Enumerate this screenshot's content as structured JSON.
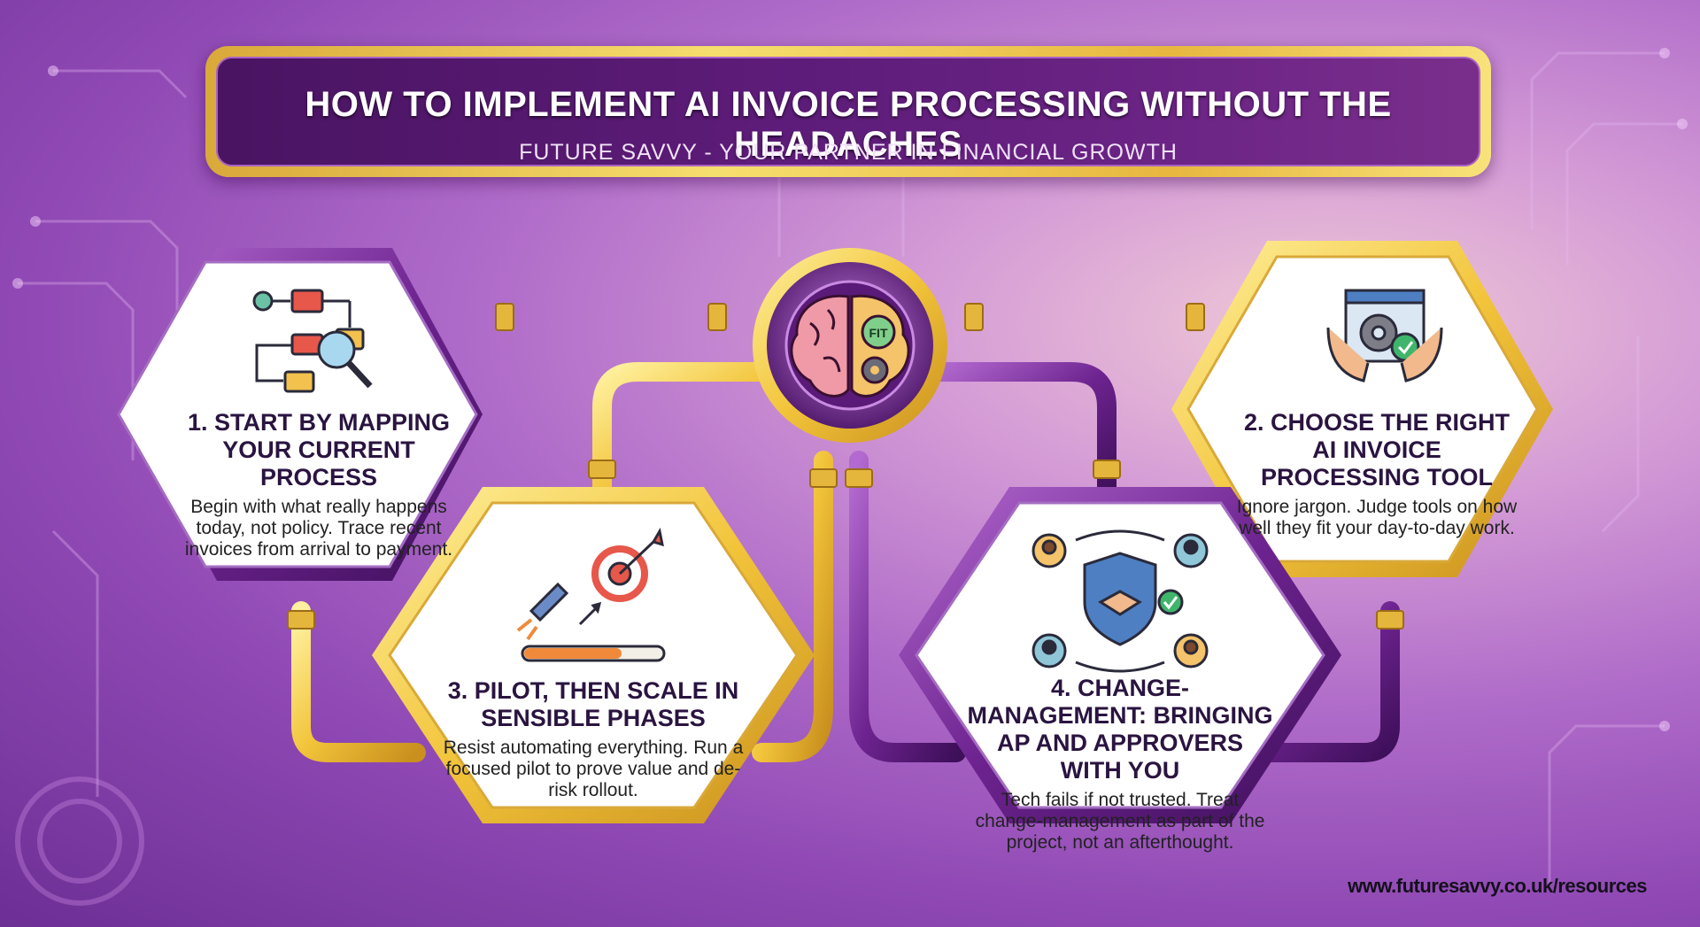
{
  "header": {
    "title": "HOW TO IMPLEMENT AI INVOICE PROCESSING WITHOUT THE HEADACHES",
    "subtitle": "FUTURE SAVVY - YOUR PARTNER IN FINANCIAL GROWTH"
  },
  "hub": {
    "badge": "FIT",
    "icon": "brain-gear-icon"
  },
  "steps": [
    {
      "title": "1. START BY MAPPING YOUR CURRENT PROCESS",
      "body": "Begin with what really happens today, not policy. Trace recent invoices from arrival to payment.",
      "icon": "process-map-magnifier-icon",
      "border": "purple"
    },
    {
      "title": "2. CHOOSE THE RIGHT AI INVOICE PROCESSING TOOL",
      "body": "Ignore jargon. Judge tools on how well they fit your day-to-day work.",
      "icon": "hands-gear-check-icon",
      "border": "gold"
    },
    {
      "title": "3. PILOT, THEN SCALE IN SENSIBLE PHASES",
      "body": "Resist automating everything. Run a focused pilot to prove value and de-risk rollout.",
      "icon": "rocket-target-icon",
      "border": "gold"
    },
    {
      "title": "4. CHANGE-MANAGEMENT: BRINGING AP AND APPROVERS WITH YOU",
      "body": "Tech fails if not trusted. Treat change-management as part of the project, not an afterthought.",
      "icon": "team-handshake-shield-icon",
      "border": "purple"
    }
  ],
  "footer": {
    "url": "www.futuresavvy.co.uk/resources"
  },
  "colors": {
    "gold": "#f2c94c",
    "purple": "#6a1f8a",
    "panel": "#ffffff"
  }
}
